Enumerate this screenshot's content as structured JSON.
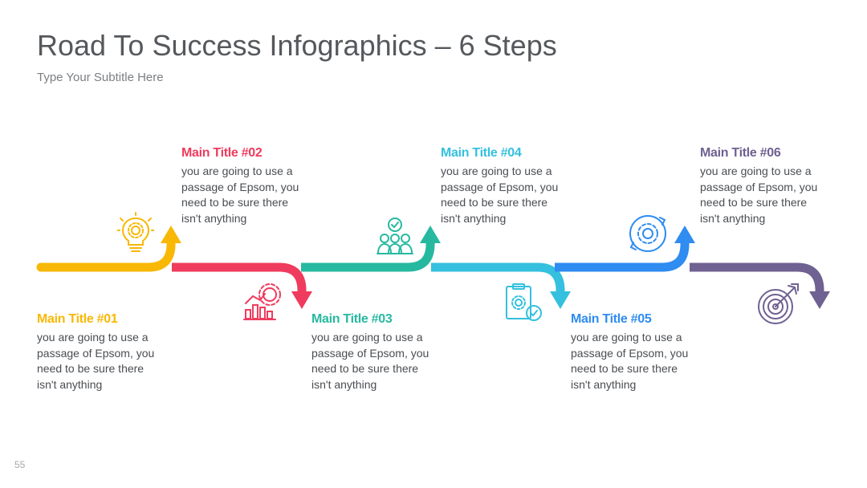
{
  "header": {
    "title": "Road To Success Infographics – 6 Steps",
    "subtitle": "Type Your Subtitle Here"
  },
  "footer": {
    "slide_number": "55"
  },
  "colors": {
    "step1": "#f8b805",
    "step2": "#ef3b5d",
    "step3": "#27b9a0",
    "step4": "#34c0de",
    "step5": "#2f8cf1",
    "step6": "#6f6191"
  },
  "steps": [
    {
      "title": "Main Title #01",
      "text": "you are going to use a passage of Epsom, you need to be sure there isn't anything",
      "icon": "lightbulb-gear-icon"
    },
    {
      "title": "Main Title #02",
      "text": "you are going to use a passage of Epsom, you need to be sure there isn't anything",
      "icon": "chart-gear-icon"
    },
    {
      "title": "Main Title #03",
      "text": "you are going to use a passage of Epsom, you need to be sure there isn't anything",
      "icon": "team-check-icon"
    },
    {
      "title": "Main Title #04",
      "text": "you are going to use a passage of Epsom, you need to be sure there isn't anything",
      "icon": "clipboard-gear-icon"
    },
    {
      "title": "Main Title #05",
      "text": "you are going to use a passage of Epsom, you need to be sure there isn't anything",
      "icon": "target-gear-icon"
    },
    {
      "title": "Main Title #06",
      "text": "you are going to use a passage of Epsom, you need to be sure there isn't anything",
      "icon": "target-dart-icon"
    }
  ]
}
